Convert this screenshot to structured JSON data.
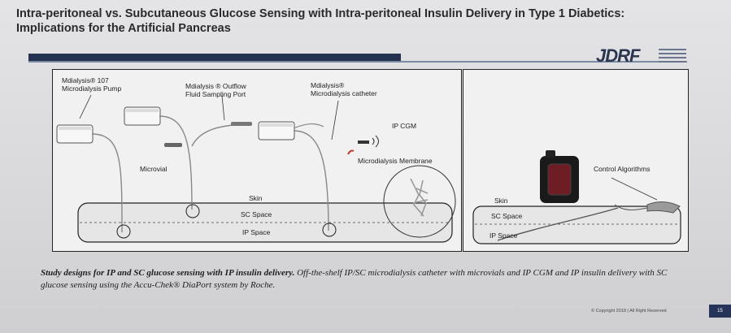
{
  "title": "Intra-peritoneal vs. Subcutaneous Glucose Sensing with Intra-peritoneal  Insulin Delivery in Type 1 Diabetics: Implications for the Artificial Pancreas",
  "logo": {
    "text": "JDRF"
  },
  "left_panel": {
    "pump_label": "Mdialysis® 107\nMicrodialysis Pump",
    "port_label": "Mdialysis ® Outflow\nFluid Sampling Port",
    "catheter_label": "Mdialysis®\nMicrodialysis catheter",
    "ipcgm_label": "IP CGM",
    "microvial_label": "Microvial",
    "membrane_label": "Microdialysis Membrane",
    "skin_label": "Skin",
    "sc_label": "SC Space",
    "ip_label": "IP Space"
  },
  "right_panel": {
    "algo_label": "Control Algorithms",
    "skin_label": "Skin",
    "sc_label": "SC Space",
    "ip_label": "IP Space"
  },
  "caption": {
    "bold": "Study designs for IP and SC glucose sensing with IP insulin delivery.",
    "rest": " Off-the-shelf IP/SC microdialysis catheter with microvials and IP CGM and IP insulin delivery with SC glucose sensing using the Accu-Chek® DiaPort system by Roche."
  },
  "footer": {
    "copyright": "© Copyright 2018 |  All Right Reserved",
    "page": "15"
  },
  "colors": {
    "navy": "#23324f",
    "panel_bg": "#f1f1f1"
  }
}
